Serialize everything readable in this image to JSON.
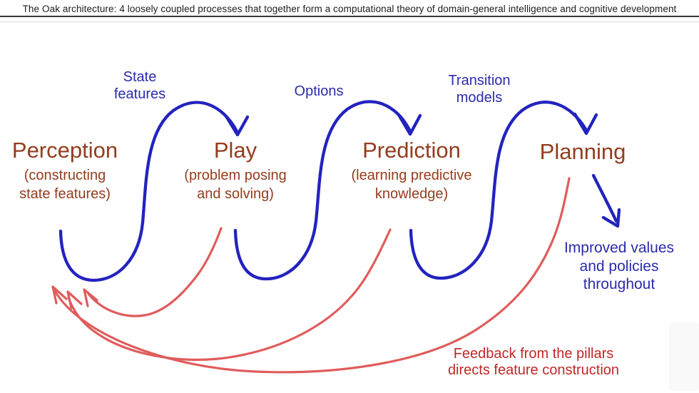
{
  "title": "The Oak architecture: 4 loosely coupled processes that together form a computational theory of domain-general intelligence and cognitive development",
  "pillars": [
    {
      "heading": "Perception",
      "sub1": "(constructing",
      "sub2": "state features)"
    },
    {
      "heading": "Play",
      "sub1": "(problem posing",
      "sub2": "and solving)"
    },
    {
      "heading": "Prediction",
      "sub1": "(learning predictive",
      "sub2": "knowledge)"
    },
    {
      "heading": "Planning",
      "sub1": "",
      "sub2": ""
    }
  ],
  "flow_labels": [
    {
      "line1": "State",
      "line2": "features"
    },
    {
      "line1": "Options",
      "line2": ""
    },
    {
      "line1": "Transition",
      "line2": "models"
    }
  ],
  "outcome": {
    "line1": "Improved values",
    "line2": "and policies",
    "line3": "throughout"
  },
  "feedback": {
    "line1": "Feedback from the pillars",
    "line2": "directs feature construction"
  },
  "colors": {
    "blue_stroke": "#2323be",
    "blue_text": "#2b2bad",
    "brown": "#933d1e",
    "red_arrow": "#e05c5c",
    "red_text": "#c22727",
    "title_color": "#1c1c1c"
  }
}
